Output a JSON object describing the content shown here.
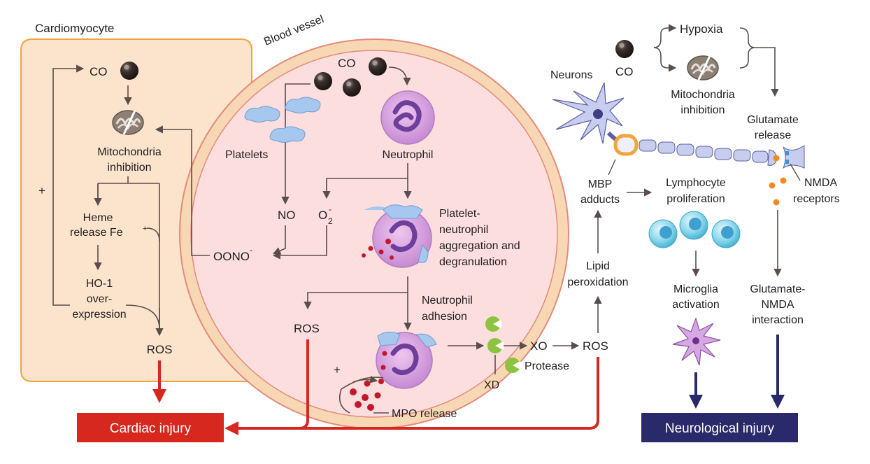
{
  "labels": {
    "cardiomyocyte": "Cardiomyocyte",
    "blood_vessel": "Blood vessel",
    "co": "CO",
    "mito_inhibition_1": "Mitochondria",
    "mito_inhibition_2": "inhibition",
    "plus": "+",
    "heme_release": "Heme",
    "heme_release_2": "release Fe",
    "heme_sup": "+",
    "ho1_1": "HO-1",
    "ho1_2": "over-",
    "ho1_3": "expression",
    "ros": "ROS",
    "platelets": "Platelets",
    "neutrophil": "Neutrophil",
    "no": "NO",
    "o2": "O",
    "o2_sub": "2",
    "o2_sup": "-",
    "oono": "OONO",
    "oono_sup": "-",
    "pna_1": "Platelet-",
    "pna_2": "neutrophil",
    "pna_3": "aggregation and",
    "pna_4": "degranulation",
    "neutrophil_adhesion_1": "Neutrophil",
    "neutrophil_adhesion_2": "adhesion",
    "mpo_release": "MPO release",
    "xo": "XO",
    "xd": "XD",
    "protease": "Protease",
    "lipid_1": "Lipid",
    "lipid_2": "peroxidation",
    "mbp_1": "MBP",
    "mbp_2": "adducts",
    "lymph_1": "Lymphocyte",
    "lymph_2": "proliferation",
    "microglia_1": "Microglia",
    "microglia_2": "activation",
    "neurons": "Neurons",
    "hypoxia": "Hypoxia",
    "glut_release_1": "Glutamate",
    "glut_release_2": "release",
    "nmda_1": "NMDA",
    "nmda_2": "receptors",
    "glut_nmda_1": "Glutamate-",
    "glut_nmda_2": "NMDA",
    "glut_nmda_3": "interaction",
    "cardiac_injury": "Cardiac injury",
    "neurological_injury": "Neurological injury"
  },
  "colors": {
    "cardio_fill": "#fbe3cc",
    "cardio_stroke": "#f3a43a",
    "vessel_wall": "#f8d7b4",
    "vessel_inner": "#fbdedd",
    "vessel_stroke": "#e48a7a",
    "cardiac_red": "#d7281f",
    "neuro_navy": "#2a2a6a",
    "arrow_gray": "#5a4e4a"
  }
}
